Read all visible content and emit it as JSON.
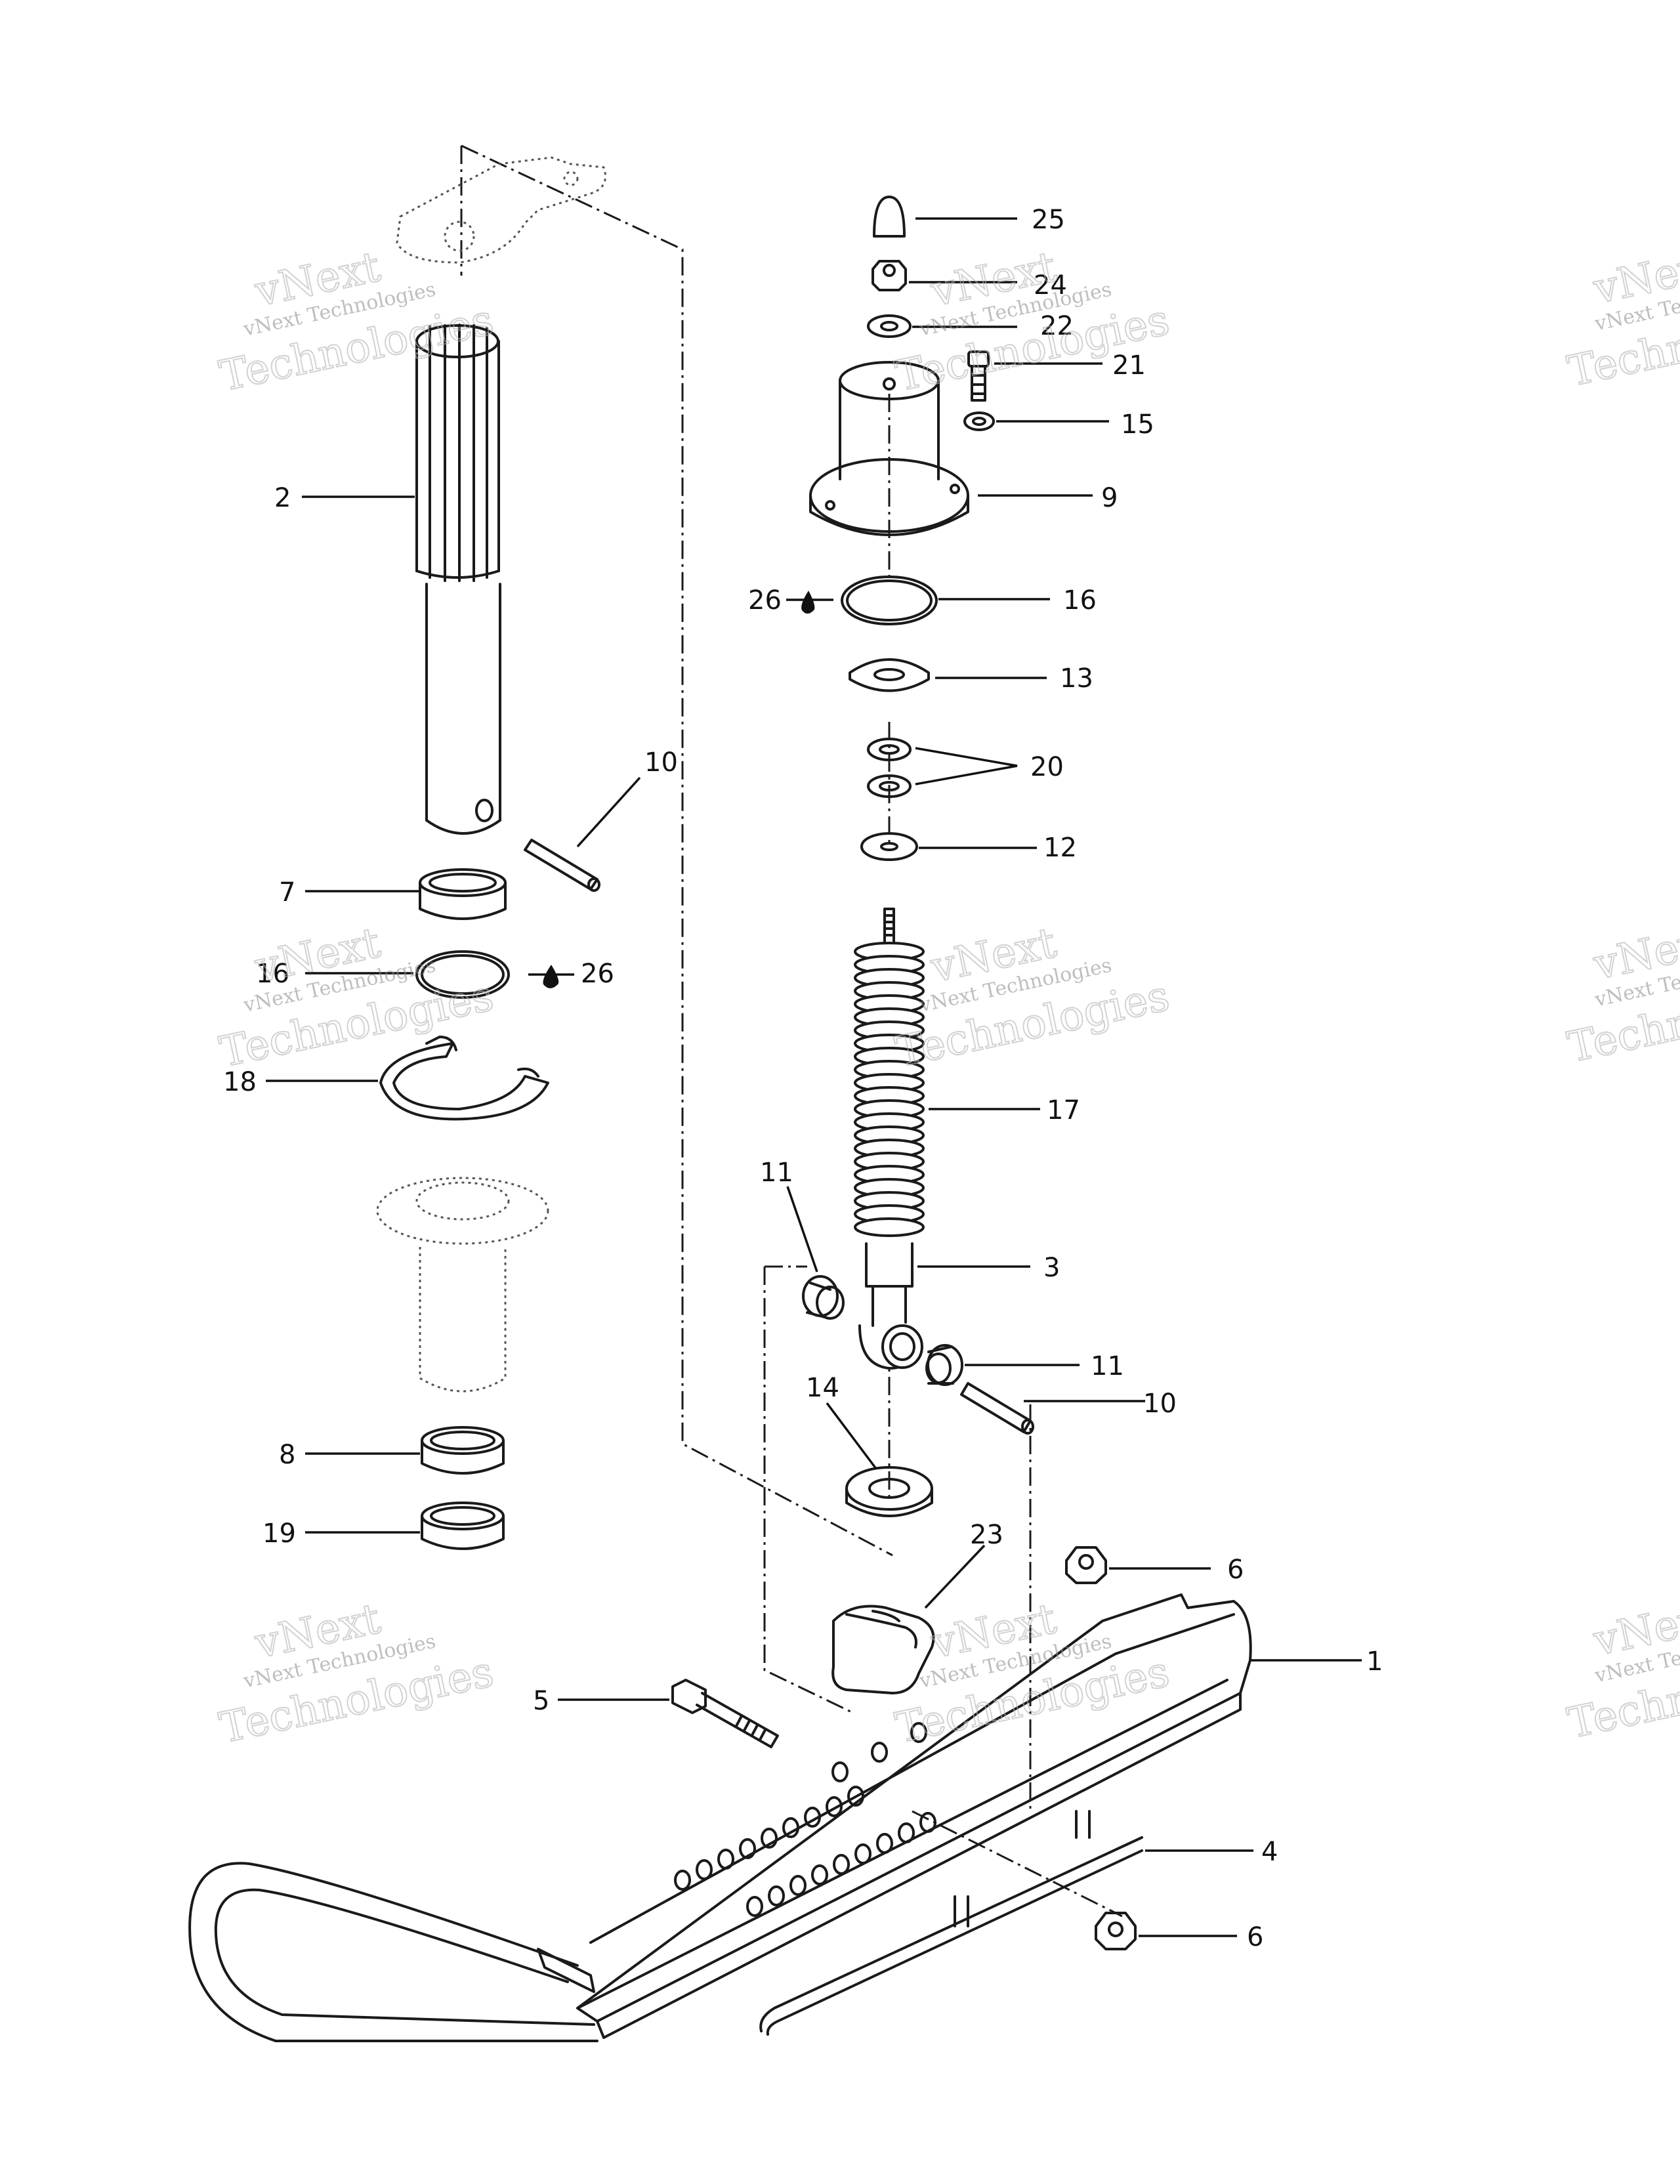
{
  "callouts": [
    {
      "num": "25"
    },
    {
      "num": "24"
    },
    {
      "num": "22"
    },
    {
      "num": "21"
    },
    {
      "num": "15"
    },
    {
      "num": "9"
    },
    {
      "num": "26"
    },
    {
      "num": "16"
    },
    {
      "num": "13"
    },
    {
      "num": "20"
    },
    {
      "num": "12"
    },
    {
      "num": "2"
    },
    {
      "num": "10"
    },
    {
      "num": "7"
    },
    {
      "num": "16"
    },
    {
      "num": "26"
    },
    {
      "num": "18"
    },
    {
      "num": "17"
    },
    {
      "num": "11"
    },
    {
      "num": "3"
    },
    {
      "num": "11"
    },
    {
      "num": "10"
    },
    {
      "num": "14"
    },
    {
      "num": "8"
    },
    {
      "num": "19"
    },
    {
      "num": "23"
    },
    {
      "num": "6"
    },
    {
      "num": "1"
    },
    {
      "num": "5"
    },
    {
      "num": "4"
    },
    {
      "num": "6"
    }
  ],
  "watermark": {
    "line1": "vNext",
    "line2": "vNext Technologies",
    "line3": "Technologies"
  },
  "colors": {
    "line": "#1a1a1a",
    "watermark": "#8a8a8a"
  },
  "icons": [
    "oil-drop-icon"
  ]
}
